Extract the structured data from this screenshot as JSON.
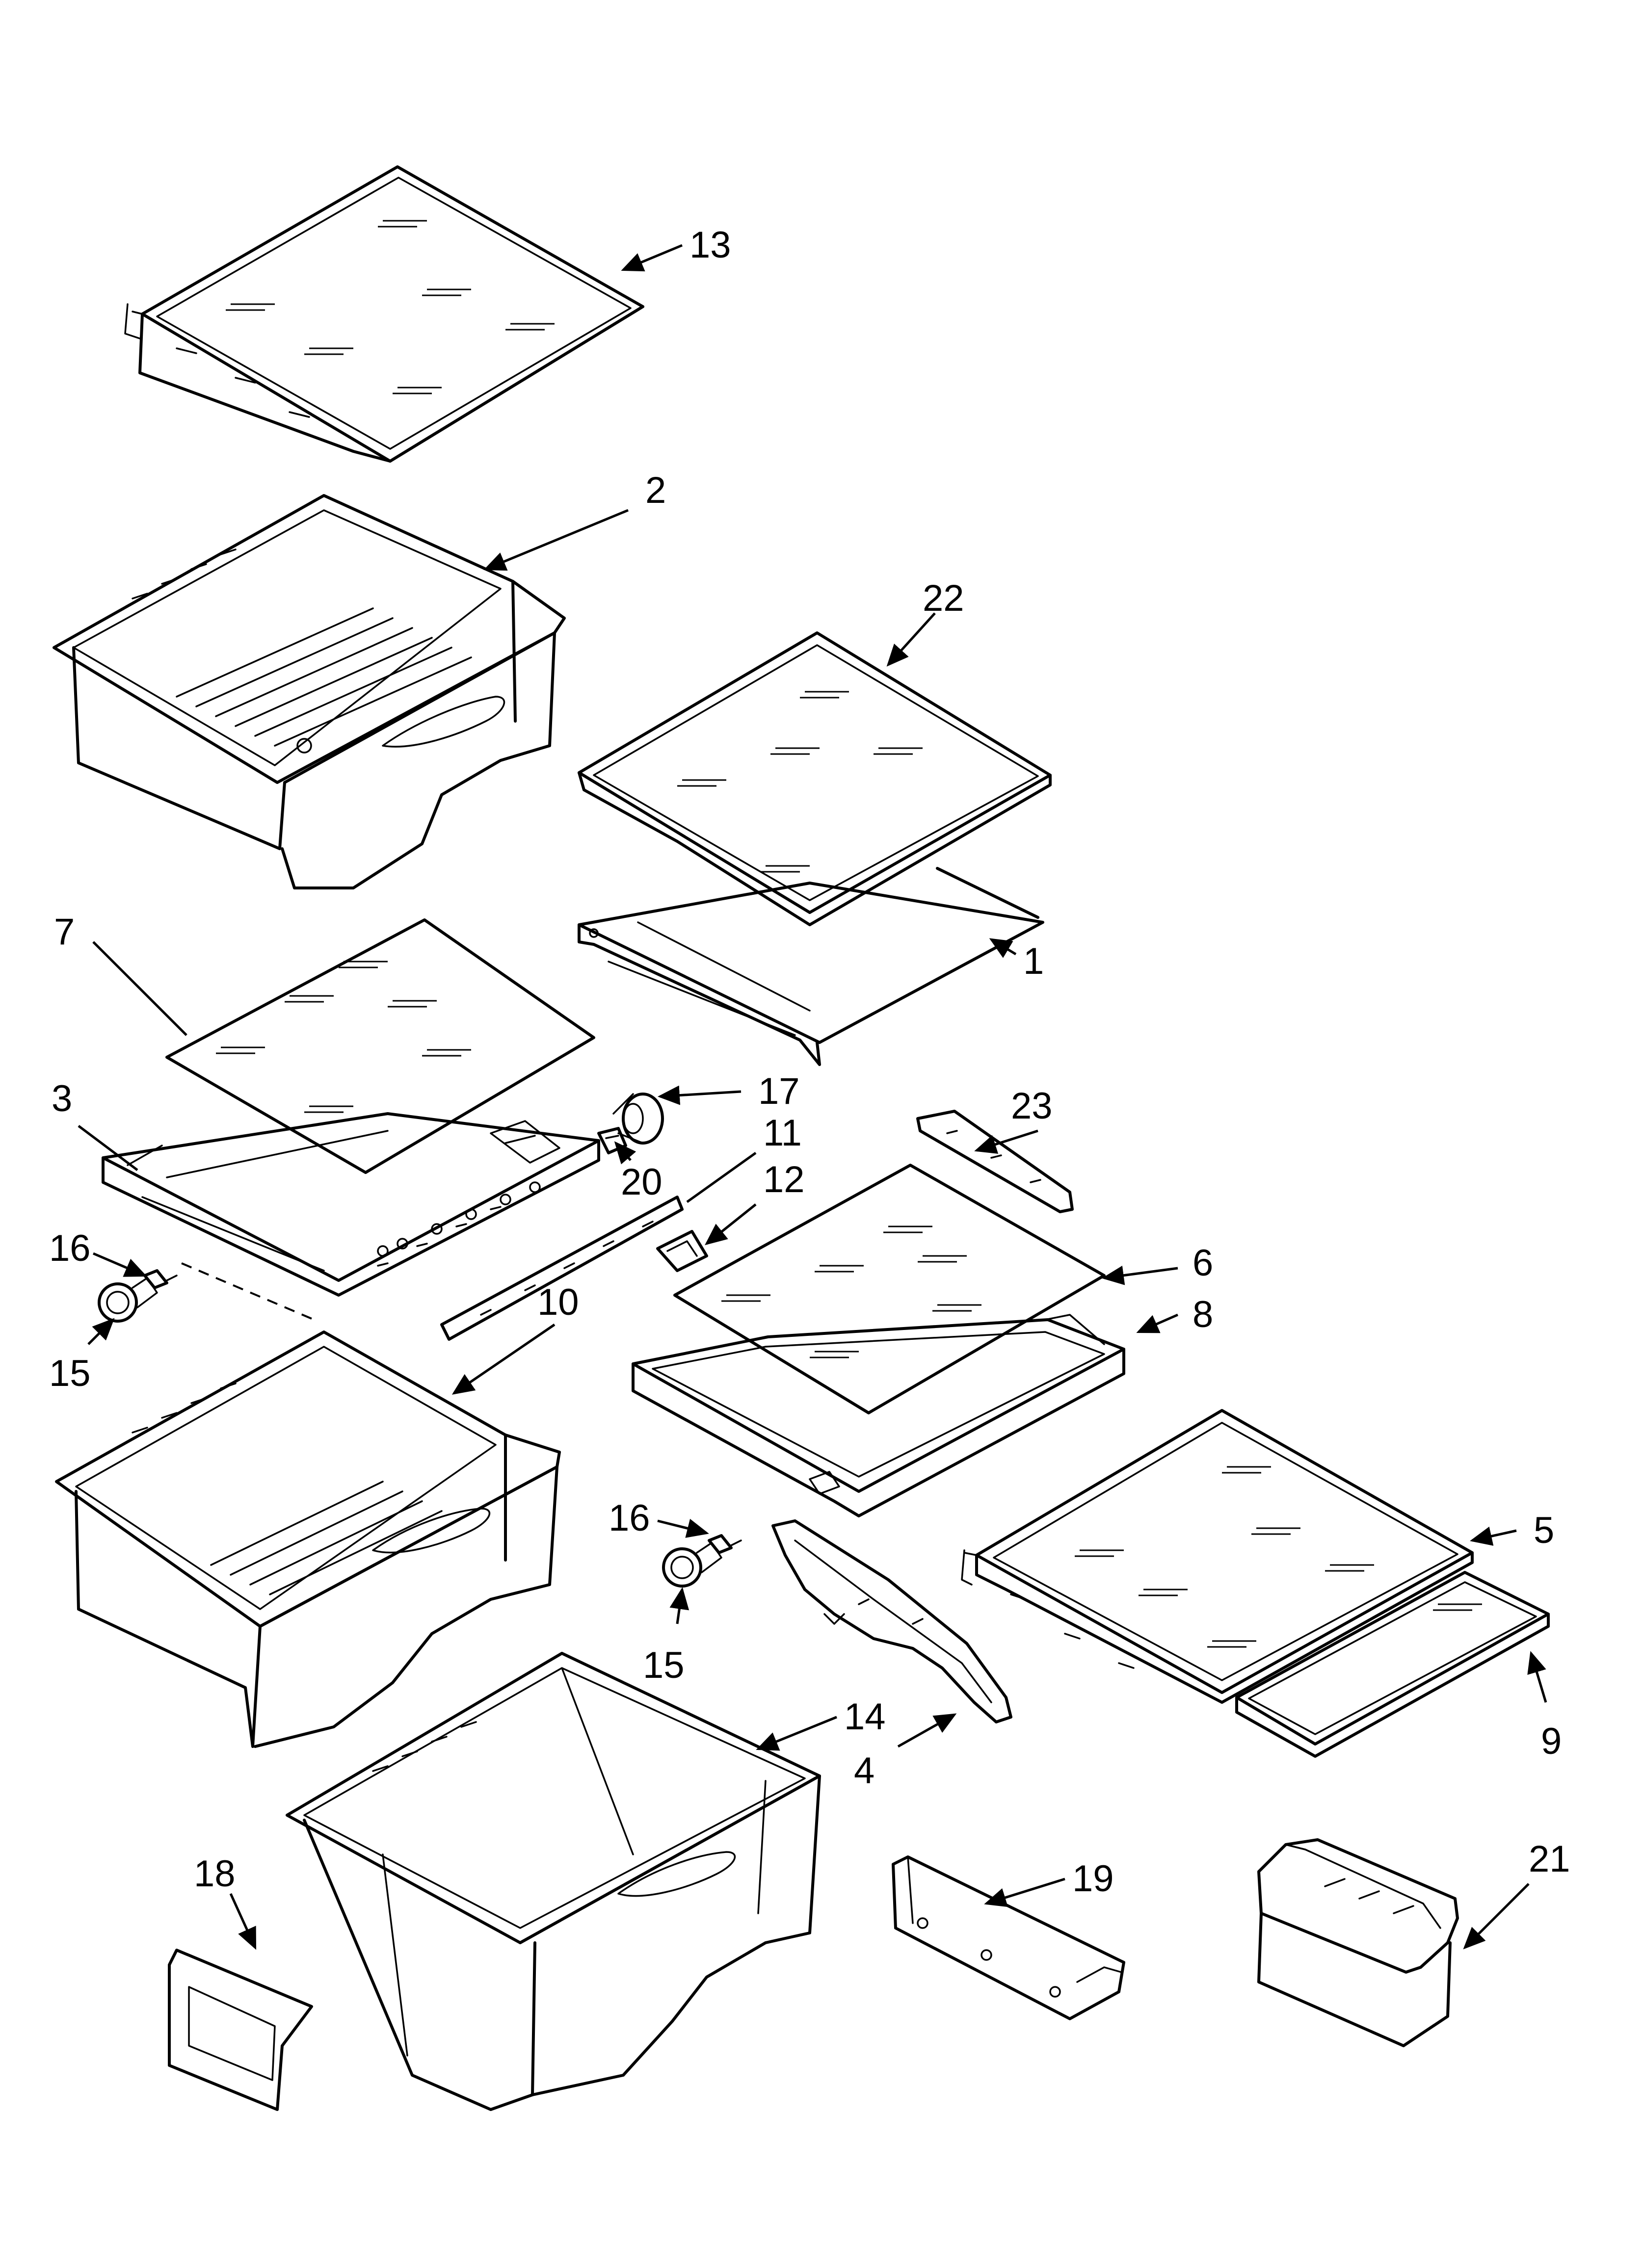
{
  "diagram": {
    "callouts": [
      {
        "id": "c13",
        "number": "13"
      },
      {
        "id": "c2",
        "number": "2"
      },
      {
        "id": "c22",
        "number": "22"
      },
      {
        "id": "c1",
        "number": "1"
      },
      {
        "id": "c7",
        "number": "7"
      },
      {
        "id": "c3",
        "number": "3"
      },
      {
        "id": "c17",
        "number": "17"
      },
      {
        "id": "c20",
        "number": "20"
      },
      {
        "id": "c11",
        "number": "11"
      },
      {
        "id": "c12",
        "number": "12"
      },
      {
        "id": "c23",
        "number": "23"
      },
      {
        "id": "c16a",
        "number": "16"
      },
      {
        "id": "c15a",
        "number": "15"
      },
      {
        "id": "c10",
        "number": "10"
      },
      {
        "id": "c6",
        "number": "6"
      },
      {
        "id": "c8",
        "number": "8"
      },
      {
        "id": "c16b",
        "number": "16"
      },
      {
        "id": "c15b",
        "number": "15"
      },
      {
        "id": "c5",
        "number": "5"
      },
      {
        "id": "c9",
        "number": "9"
      },
      {
        "id": "c14",
        "number": "14"
      },
      {
        "id": "c4",
        "number": "4"
      },
      {
        "id": "c18",
        "number": "18"
      },
      {
        "id": "c19",
        "number": "19"
      },
      {
        "id": "c21",
        "number": "21"
      }
    ]
  }
}
